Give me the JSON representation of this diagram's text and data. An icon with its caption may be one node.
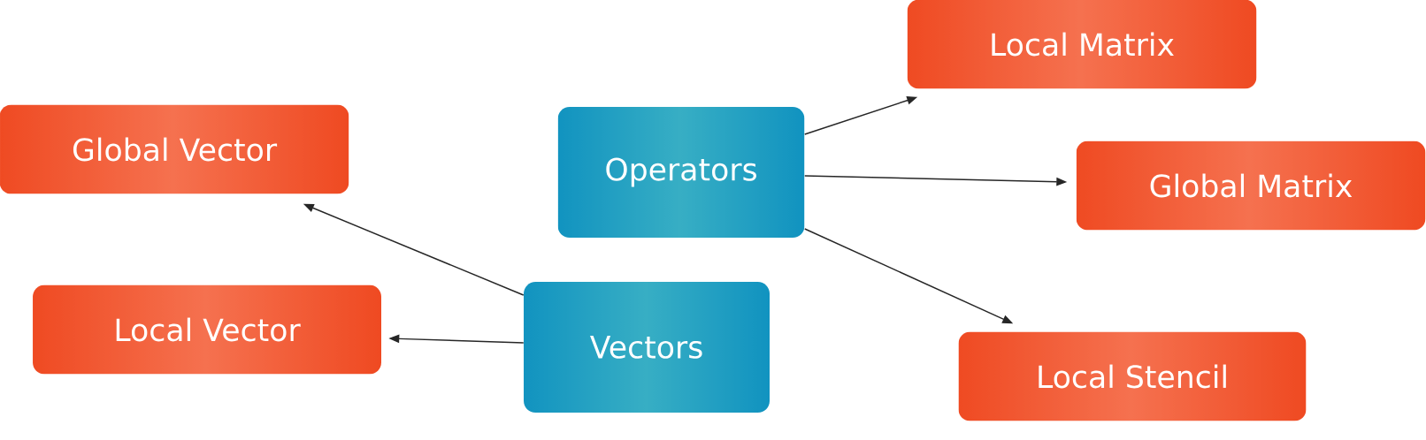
{
  "diagram": {
    "nodes": [
      {
        "text": [
          "Local Matrix"
        ]
      },
      {
        "text": [
          "Global Vector"
        ]
      },
      {
        "text": [
          "Operators"
        ]
      },
      {
        "text": [
          "Global Matrix"
        ]
      },
      {
        "text": [
          "Local Vector"
        ]
      },
      {
        "text": [
          "Vectors"
        ]
      },
      {
        "text": [
          "Local Stencil"
        ]
      }
    ],
    "edges": [
      {
        "from": 2,
        "to": 0,
        "arrow": "to"
      },
      {
        "from": 2,
        "to": 3,
        "arrow": "to"
      },
      {
        "from": 2,
        "to": 6,
        "arrow": "to"
      },
      {
        "from": 5,
        "to": 1,
        "arrow": "to"
      },
      {
        "from": 5,
        "to": 4,
        "arrow": "to"
      }
    ]
  }
}
